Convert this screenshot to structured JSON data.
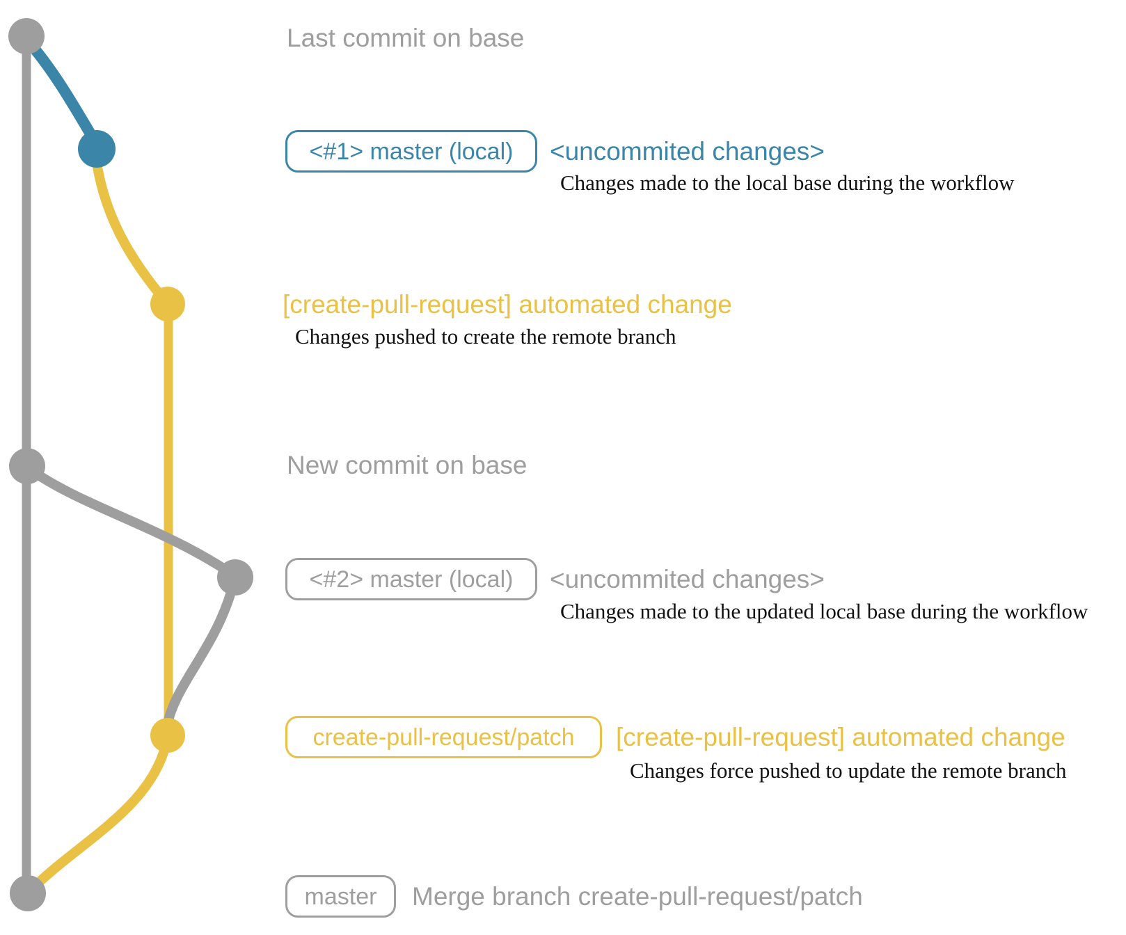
{
  "colors": {
    "gray": "#9e9e9e",
    "blue": "#3b86a8",
    "yellow": "#e9c145",
    "ink": "#111111",
    "background": "#ffffff"
  },
  "rows": {
    "last_commit": {
      "label": "Last commit on base"
    },
    "local1": {
      "badge": "<#1> master (local)",
      "heading": "<uncommited changes>",
      "desc": "Changes made to the local base during the workflow"
    },
    "push1": {
      "heading": "[create-pull-request] automated change",
      "desc": "Changes pushed to create the remote branch"
    },
    "new_commit": {
      "label": "New commit on base"
    },
    "local2": {
      "badge": "<#2> master (local)",
      "heading": "<uncommited changes>",
      "desc": "Changes made to the updated local base during the workflow"
    },
    "push2": {
      "badge": "create-pull-request/patch",
      "heading": "[create-pull-request] automated change",
      "desc": "Changes force pushed to update the remote branch"
    },
    "merge": {
      "badge": "master",
      "label": "Merge branch create-pull-request/patch"
    }
  },
  "graph": {
    "branches": [
      {
        "name": "base",
        "color": "gray"
      },
      {
        "name": "master-local",
        "color": "blue"
      },
      {
        "name": "create-pull-request/patch",
        "color": "yellow"
      }
    ],
    "commits": [
      {
        "id": "last-commit-on-base",
        "branch": "base"
      },
      {
        "id": "local-uncommitted-1",
        "branch": "master-local"
      },
      {
        "id": "patch-commit-1",
        "branch": "create-pull-request/patch"
      },
      {
        "id": "new-commit-on-base",
        "branch": "base"
      },
      {
        "id": "local-uncommitted-2",
        "branch": "master-local"
      },
      {
        "id": "patch-commit-2",
        "branch": "create-pull-request/patch"
      },
      {
        "id": "merge-commit",
        "branch": "base"
      }
    ]
  }
}
